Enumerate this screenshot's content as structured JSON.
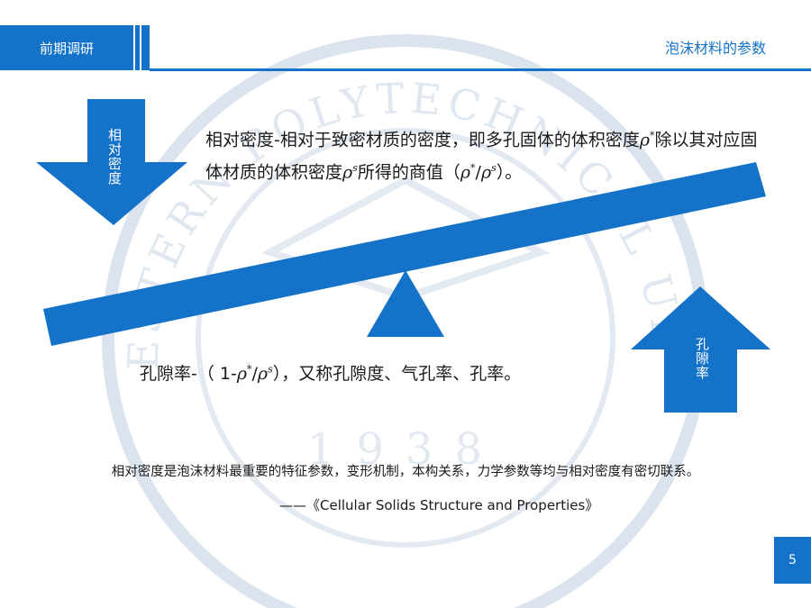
{
  "header": {
    "section": "前期调研",
    "topic": "泡沫材料的参数"
  },
  "arrows": {
    "down_label": "相对密度",
    "up_label": "孔隙率"
  },
  "definition": {
    "part1": "相对密度-相对于致密材质的密度，即多孔固体的体积密度",
    "rho1": "ρ",
    "sup1": "*",
    "part2": "除以其对应固体材质的体积密度",
    "rho2": "ρ",
    "sup2": "s",
    "part3": "所得的商值（",
    "rho3": "ρ",
    "sup3": "*",
    "slash": "/",
    "rho4": "ρ",
    "sup4": "s",
    "part4": "）。"
  },
  "porosity": {
    "prefix": "孔隙率-（ 1-",
    "rho1": "ρ",
    "sup1": "*",
    "slash": "/",
    "rho2": "ρ",
    "sup2": "s",
    "suffix": "），又称孔隙度、气孔率、孔率。"
  },
  "note": "相对密度是泡沫材料最重要的特征参数，变形机制，本构关系，力学参数等均与相对密度有密切联系。",
  "citation": "——《Cellular Solids Structure and Properties》",
  "page_number": "5",
  "watermark": {
    "arc_text": "NORTHWESTERN POLYTECHNICAL UNIVERSITY",
    "year": "1938"
  },
  "colors": {
    "accent": "#1472c8",
    "watermark": "#dbe4ee"
  }
}
